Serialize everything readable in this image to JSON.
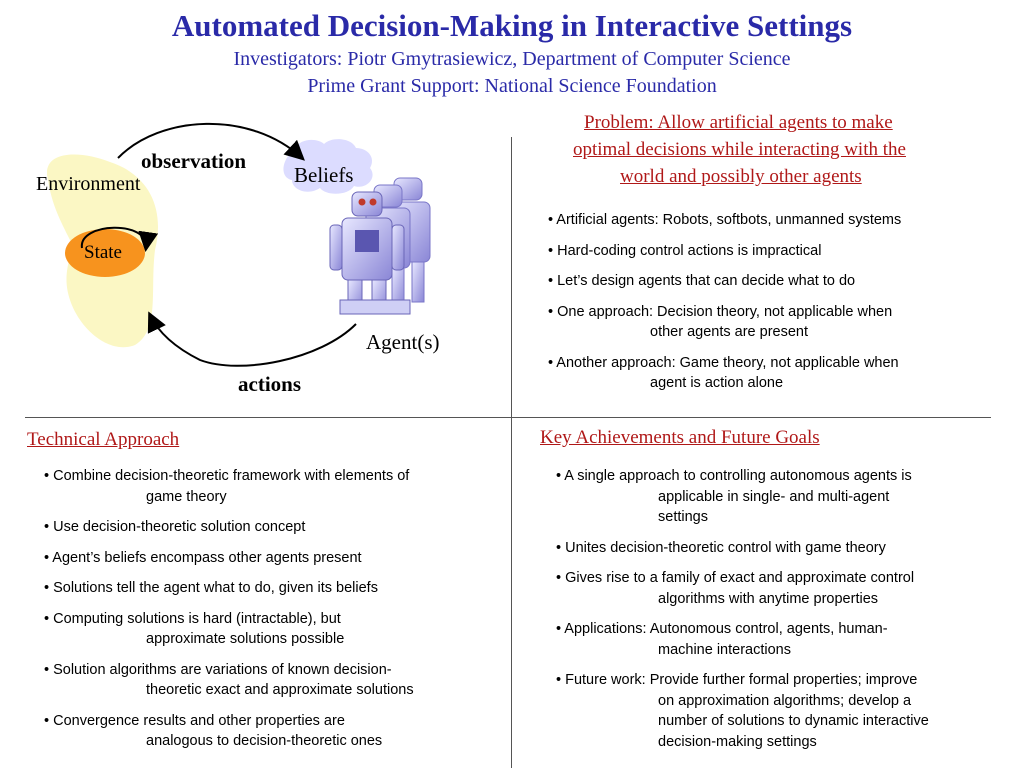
{
  "header": {
    "title": "Automated Decision-Making in Interactive Settings",
    "investigators": "Investigators: Piotr Gmytrasiewicz, Department of Computer Science",
    "grant": "Prime Grant Support: National Science Foundation"
  },
  "diagram": {
    "environment": "Environment",
    "state": "State",
    "observation": "observation",
    "beliefs": "Beliefs",
    "agents": "Agent(s)",
    "actions": "actions"
  },
  "problem": {
    "line1": "Problem: Allow artificial agents to make",
    "line2": "optimal decisions while interacting with the",
    "line3": "world and possibly other agents",
    "bullets": [
      {
        "first": "• Artificial agents: Robots, softbots, unmanned systems",
        "rest": ""
      },
      {
        "first": "• Hard-coding control actions is impractical",
        "rest": ""
      },
      {
        "first": "• Let’s design agents that can decide what to do",
        "rest": ""
      },
      {
        "first": "• One approach: Decision theory, not applicable when",
        "rest": "other agents are present"
      },
      {
        "first": "• Another approach: Game theory, not applicable when",
        "rest": "agent is action alone"
      }
    ]
  },
  "technical": {
    "title": "Technical Approach",
    "bullets": [
      {
        "first": "• Combine decision-theoretic framework with elements of",
        "rest": "game theory"
      },
      {
        "first": "• Use decision-theoretic solution concept",
        "rest": ""
      },
      {
        "first": "• Agent’s beliefs encompass other agents present",
        "rest": ""
      },
      {
        "first": "• Solutions tell the agent what to do, given its beliefs",
        "rest": ""
      },
      {
        "first": "• Computing solutions is hard (intractable), but",
        "rest": "approximate solutions possible"
      },
      {
        "first": "• Solution algorithms are variations of known decision-",
        "rest": "theoretic exact and approximate solutions"
      },
      {
        "first": "• Convergence results and other properties are",
        "rest": "analogous to decision-theoretic ones"
      }
    ]
  },
  "achievements": {
    "title": "Key Achievements and Future Goals",
    "bullets": [
      {
        "first": "• A single approach to controlling autonomous agents is",
        "rest": "applicable in single- and multi-agent",
        "rest2": "settings"
      },
      {
        "first": "• Unites decision-theoretic control with game theory",
        "rest": "",
        "rest2": ""
      },
      {
        "first": "• Gives rise to a family of exact and approximate control",
        "rest": "algorithms with anytime properties",
        "rest2": ""
      },
      {
        "first": "• Applications: Autonomous control, agents, human-",
        "rest": "machine interactions",
        "rest2": ""
      },
      {
        "first": "• Future work: Provide further formal properties; improve",
        "rest": "on approximation algorithms; develop a",
        "rest2": "number of solutions to dynamic interactive",
        "rest3": "decision-making settings"
      }
    ]
  },
  "colors": {
    "title_blue": "#2a2aa8",
    "section_red": "#b01818",
    "state_orange": "#f7931e",
    "environment_yellow": "#fbf7c4"
  }
}
